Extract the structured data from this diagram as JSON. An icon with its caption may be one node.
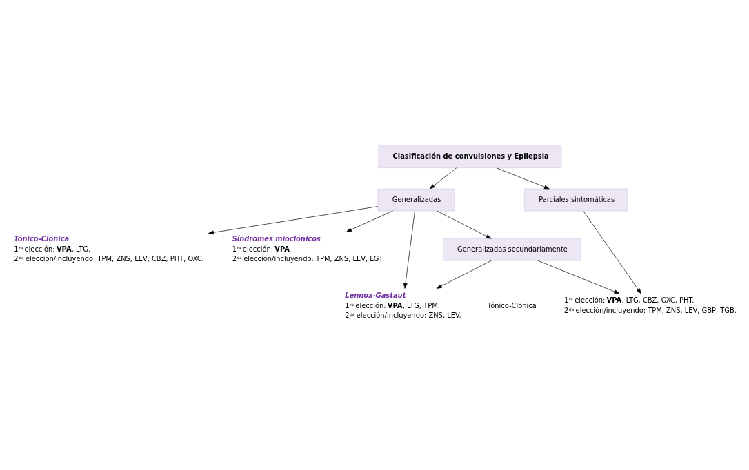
{
  "diagram": {
    "nodes": [
      {
        "text": [
          "Clasificación de convulsiones y Epilepsia"
        ]
      },
      {
        "text": [
          "Generalizadas"
        ]
      },
      {
        "text": [
          "Parciales sintomáticas"
        ]
      },
      {
        "text": [
          "Generalizadas secundariamente"
        ]
      },
      {
        "text": [
          "Tónico-Clónica",
          "1$^{ra}$ elección: **VPA**, LTG.",
          "2$^{da}$ elección/incluyendo: TPM, ZNS, LEV, CBZ, PHT, OXC."
        ]
      },
      {
        "text": [
          "Síndromes mioclónicos",
          "1$^{ra}$ elección: **VPA**",
          "2$^{da}$ elección/incluyendo: TPM, ZNS, LEV, LGT."
        ]
      },
      {
        "text": [
          "Lennox-Gastaut",
          "1$^{ra}$ elección: **VPA**, LTG, TPM.",
          "2$^{da}$ elección/incluyendo: ZNS, LEV."
        ]
      },
      {
        "text": [
          "1$^{ra}$ elección: **VPA**, LTG, CBZ, OXC, PHT.",
          "2$^{da}$ elección/incluyendo: TPM, ZNS, LEV, GBP, TGB."
        ]
      }
    ],
    "edges": [
      {
        "from": 0,
        "to": 1,
        "arrow": "to"
      },
      {
        "from": 0,
        "to": 2,
        "arrow": "to"
      },
      {
        "from": 1,
        "to": 5,
        "arrow": "to"
      },
      {
        "from": 1,
        "to": 4,
        "arrow": "to"
      },
      {
        "from": 1,
        "to": 3,
        "arrow": "to"
      },
      {
        "from": 1,
        "to": 6,
        "arrow": "to"
      },
      {
        "from": 3,
        "to": 6,
        "arrow": "to"
      },
      {
        "from": 2,
        "to": 7,
        "arrow": "to"
      },
      {
        "from": 3,
        "to": 7,
        "arrow": "to"
      }
    ],
    "labels": [
      "Tónico-Clónica"
    ]
  }
}
